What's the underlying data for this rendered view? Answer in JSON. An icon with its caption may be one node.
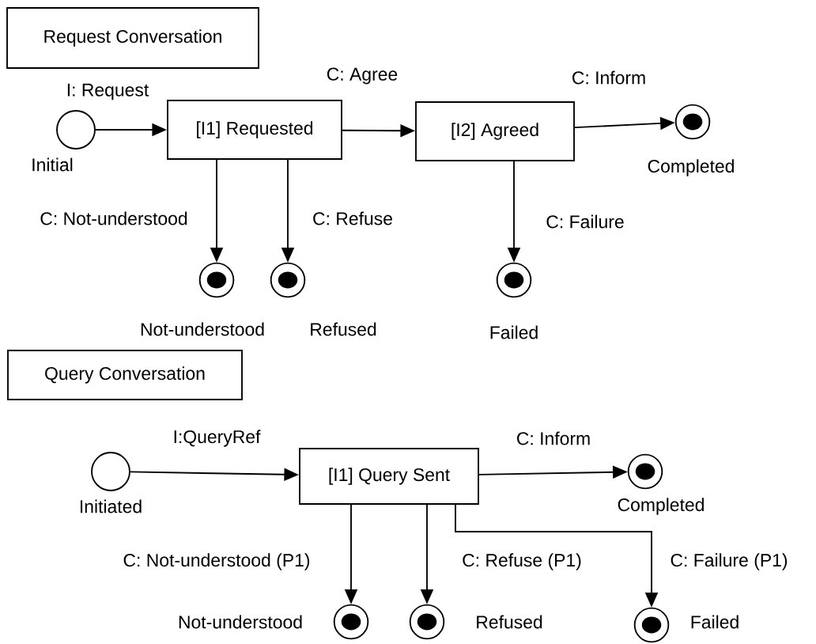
{
  "diagram": {
    "nodes": [
      {
        "text": [
          "Request Conversation"
        ]
      },
      {
        "text": [],
        "shape": "circle",
        "beside": [
          "Initial"
        ]
      },
      {
        "text": [
          "[I1] Requested"
        ]
      },
      {
        "text": [
          "[I2] Agreed"
        ]
      },
      {
        "text": [],
        "shape": "bullseye",
        "beside": [
          "Completed"
        ]
      },
      {
        "text": [],
        "shape": "bullseye",
        "beside": [
          "Not-understood"
        ]
      },
      {
        "text": [],
        "shape": "bullseye",
        "beside": [
          "Refused"
        ]
      },
      {
        "text": [],
        "shape": "bullseye",
        "beside": [
          "Failed"
        ]
      },
      {
        "text": [
          "Query Conversation"
        ]
      },
      {
        "text": [],
        "shape": "circle",
        "beside": [
          "Initiated"
        ]
      },
      {
        "text": [
          "[I1] Query Sent"
        ]
      },
      {
        "text": [],
        "shape": "bullseye",
        "beside": [
          "Completed"
        ]
      },
      {
        "text": [],
        "shape": "bullseye",
        "beside": [
          "Not-understood"
        ]
      },
      {
        "text": [],
        "shape": "bullseye",
        "beside": [
          "Refused"
        ]
      },
      {
        "text": [],
        "shape": "bullseye",
        "beside": [
          "Failed"
        ]
      }
    ],
    "edges": [
      {
        "from": 1,
        "to": 2,
        "arrow": "to",
        "label": "I: Request"
      },
      {
        "from": 2,
        "to": 3,
        "arrow": "to",
        "label": "C: Agree"
      },
      {
        "from": 3,
        "to": 4,
        "arrow": "to",
        "label": "C: Inform"
      },
      {
        "from": 2,
        "to": 5,
        "arrow": "to",
        "label": "C: Not-understood"
      },
      {
        "from": 2,
        "to": 6,
        "arrow": "to",
        "label": "C: Refuse"
      },
      {
        "from": 3,
        "to": 7,
        "arrow": "to",
        "label": "C: Failure"
      },
      {
        "from": 9,
        "to": 10,
        "arrow": "to",
        "label": "I:QueryRef"
      },
      {
        "from": 10,
        "to": 11,
        "arrow": "to",
        "label": "C: Inform"
      },
      {
        "from": 10,
        "to": 12,
        "arrow": "to",
        "label": "C: Not-understood (P1)"
      },
      {
        "from": 10,
        "to": 13,
        "arrow": "to",
        "label": "C: Refuse (P1)"
      },
      {
        "from": 10,
        "to": 14,
        "arrow": "to",
        "label": "C: Failure (P1)"
      }
    ]
  }
}
